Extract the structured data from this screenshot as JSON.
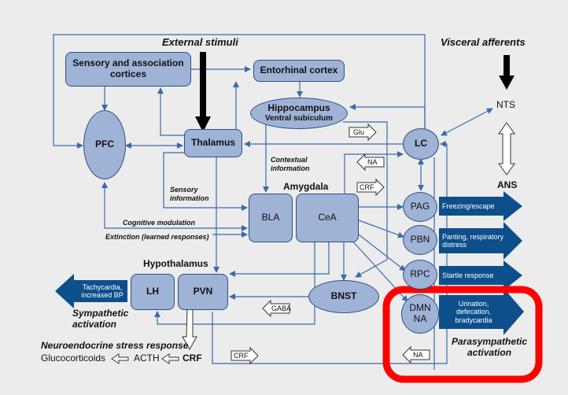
{
  "colors": {
    "background": "#ececec",
    "node_fill": "#9fb3d6",
    "node_border": "#2e4f86",
    "arrow": "#3a6aaa",
    "output_fill": "#0d4f8b",
    "highlight": "#ff0000"
  },
  "headings": {
    "external_stimuli": "External stimuli",
    "visceral_afferents": "Visceral afferents",
    "amygdala": "Amygdala",
    "hypothalamus": "Hypothalamus",
    "ans": "ANS",
    "nts": "NTS",
    "sympathetic_activation_line1": "Sympathetic",
    "sympathetic_activation_line2": "activation",
    "parasympathetic_activation_line1": "Parasympathetic",
    "parasympathetic_activation_line2": "activation",
    "neuroendocrine": "Neuroendocrine stress response"
  },
  "nodes": {
    "sensory_line1": "Sensory and association",
    "sensory_line2": "cortices",
    "entorhinal": "Entorhinal cortex",
    "hippocampus_line1": "Hippocampus",
    "hippocampus_line2": "Ventral subiculum",
    "pfc": "PFC",
    "thalamus": "Thalamus",
    "lc": "LC",
    "bla": "BLA",
    "cea": "CeA",
    "pag": "PAG",
    "pbn": "PBN",
    "rpc": "RPC",
    "dmn_line1": "DMN",
    "dmn_line2": "NA",
    "lh": "LH",
    "pvn": "PVN",
    "bnst": "BNST"
  },
  "pathway_labels": {
    "contextual_line1": "Contextual",
    "contextual_line2": "information",
    "sensory_info_line1": "Sensory",
    "sensory_info_line2": "information",
    "cognitive_modulation": "Cognitive modulation",
    "extinction": "Extinction (learned responses)"
  },
  "transmitter_tags": {
    "glu": "Glu",
    "na_upper": "NA",
    "crf_upper": "CRF",
    "gaba": "GABA",
    "crf_lower": "CRF",
    "na_lower": "NA"
  },
  "outputs": {
    "freezing": "Freezing/escape",
    "panting_line1": "Panting, respiratory",
    "panting_line2": "distress",
    "startle": "Startle response",
    "urination_line1": "Urination,",
    "urination_line2": "defecation,",
    "urination_line3": "bradycardia",
    "tachycardia_line1": "Tachycardia,",
    "tachycardia_line2": "increased BP"
  },
  "cascade": {
    "glucocorticoids": "Glucocorticoids",
    "acth": "ACTH",
    "crf": "CRF"
  }
}
